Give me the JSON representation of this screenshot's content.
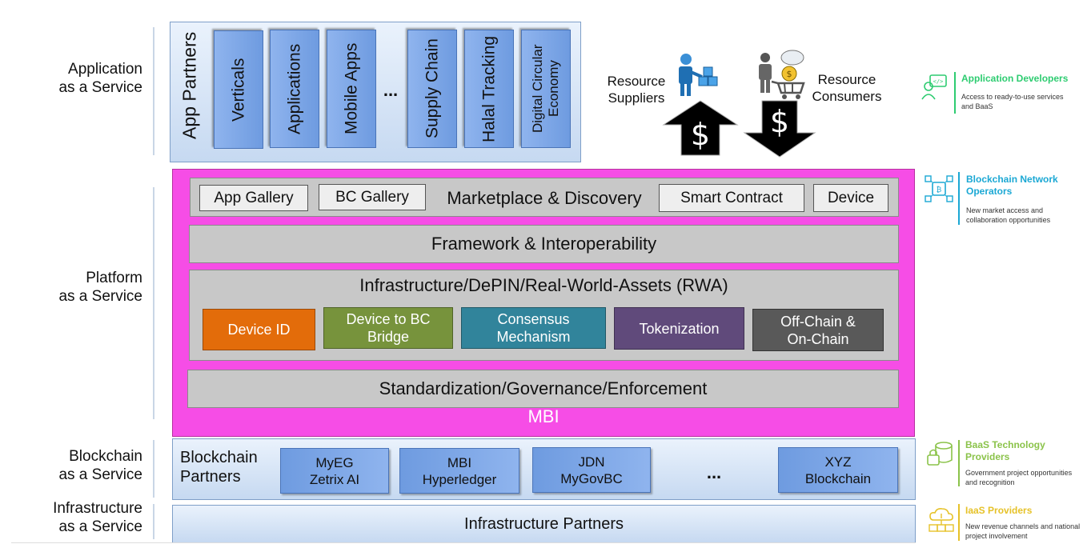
{
  "layers": {
    "application": "Application\nas a Service",
    "platform": "Platform\nas a Service",
    "blockchain": "Blockchain\nas a Service",
    "infrastructure": "Infrastructure\nas a Service"
  },
  "app_section": {
    "title": "App Partners",
    "items": [
      "Verticals",
      "Applications",
      "Mobile Apps",
      "...",
      "Supply Chain",
      "Halal Tracking",
      "Digital Circular Economy"
    ]
  },
  "resources": {
    "suppliers": "Resource\nSuppliers",
    "consumers": "Resource\nConsumers",
    "currency_symbol": "$"
  },
  "platform": {
    "marketplace": {
      "title": "Marketplace & Discovery",
      "app_gallery": "App Gallery",
      "bc_gallery": "BC Gallery",
      "smart_contract": "Smart Contract",
      "device": "Device"
    },
    "framework": "Framework & Interoperability",
    "infrastructure": {
      "title": "Infrastructure/DePIN/Real-World-Assets (RWA)",
      "items": [
        {
          "label": "Device ID",
          "color": "#e36c0a"
        },
        {
          "label": "Device to BC\nBridge",
          "color": "#77933c"
        },
        {
          "label": "Consensus\nMechanism",
          "color": "#31849b"
        },
        {
          "label": "Tokenization",
          "color": "#604a7b"
        },
        {
          "label": "Off-Chain &\nOn-Chain",
          "color": "#595959"
        }
      ]
    },
    "standardization": "Standardization/Governance/Enforcement",
    "name": "MBI",
    "color": "#f64de6"
  },
  "blockchain": {
    "title": "Blockchain\nPartners",
    "items": [
      "MyEG\nZetrix AI",
      "MBI\nHyperledger",
      "JDN\nMyGovBC",
      "...",
      "XYZ\nBlockchain"
    ]
  },
  "infrastructure": {
    "title": "Infrastructure Partners"
  },
  "roles": [
    {
      "title": "Application Developers",
      "desc": "Access to ready-to-use services\nand BaaS",
      "color": "#2ecc71",
      "icon": "developer-icon"
    },
    {
      "title": "Blockchain Network\nOperators",
      "desc": "New market access and\ncollaboration opportunities",
      "color": "#1ba8d4",
      "icon": "blockchain-network-icon"
    },
    {
      "title": "BaaS Technology\nProviders",
      "desc": "Government project opportunities\nand recognition",
      "color": "#8bc34a",
      "icon": "database-lock-icon"
    },
    {
      "title": "IaaS Providers",
      "desc": "New revenue channels and national\nproject involvement",
      "color": "#e6c229",
      "icon": "cloud-server-icon"
    }
  ]
}
